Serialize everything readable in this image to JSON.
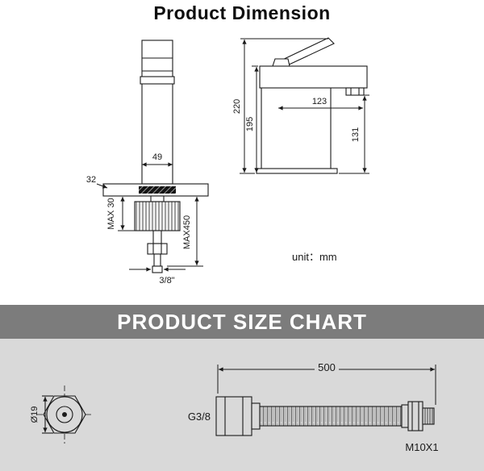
{
  "title": "Product Dimension",
  "dimension_diagram": {
    "unit_note": "unit：mm",
    "side_view": {
      "dim_body_depth": "49",
      "dim_deck_offset": "32",
      "dim_max_mounting": "MAX 30",
      "dim_hose_length": "MAX450",
      "dim_thread_size": "3/8\""
    },
    "front_view": {
      "dim_total_height": "220",
      "dim_body_height": "195",
      "dim_spout_reach": "123",
      "dim_outlet_height": "131"
    }
  },
  "size_chart": {
    "banner_title": "PRODUCT SIZE CHART",
    "hose": {
      "dim_length": "500",
      "dim_nut_diameter": "Ø19",
      "label_inlet_thread": "G3/8",
      "label_outlet_thread": "M10X1"
    }
  },
  "colors": {
    "banner_background": "#7c7c7c",
    "size_chart_background": "#d9d9d9",
    "line_color": "#1a1a1a"
  }
}
